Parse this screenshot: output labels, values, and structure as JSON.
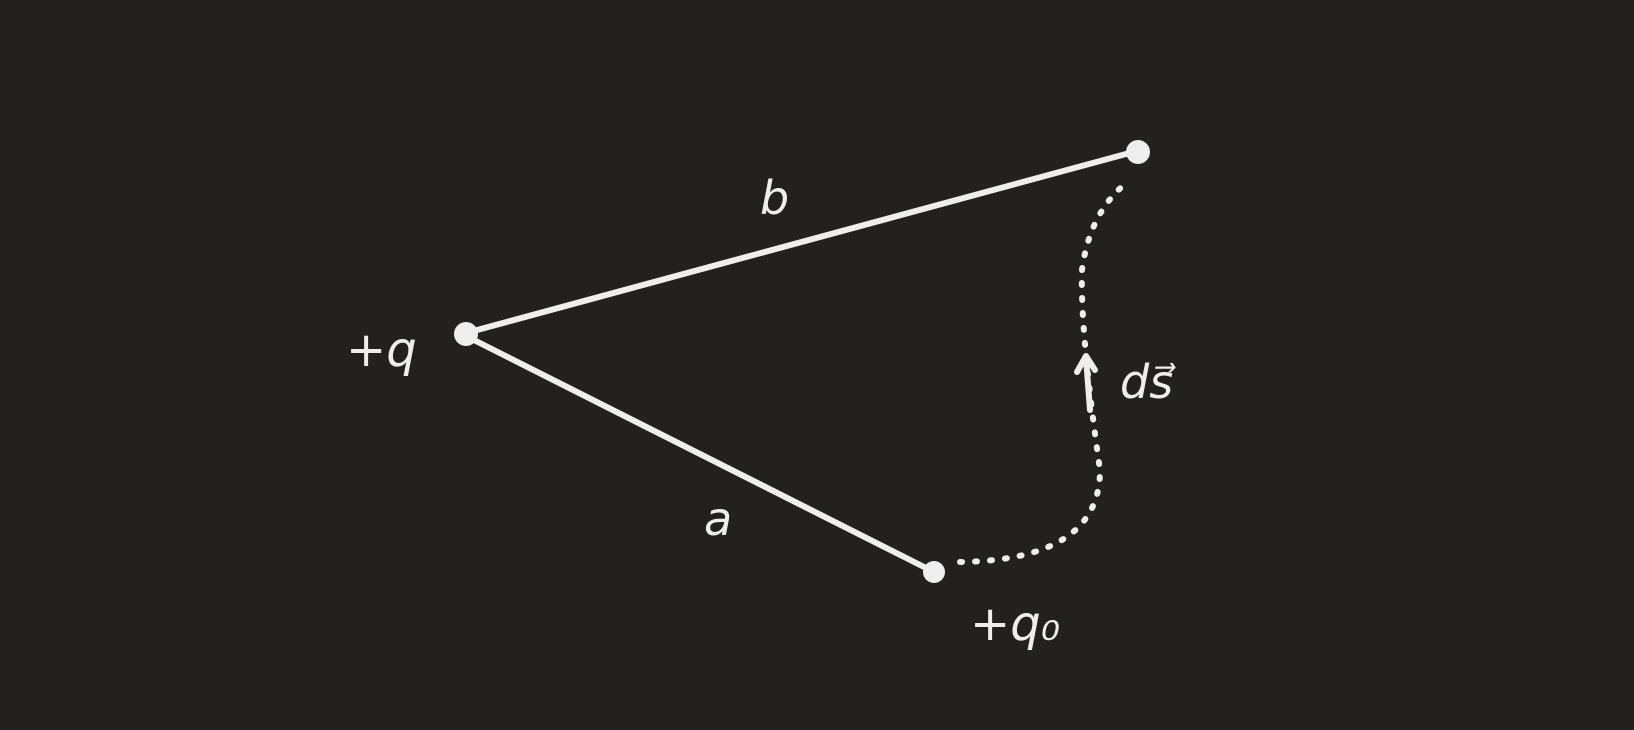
{
  "labels": {
    "charge_source": "+q",
    "charge_test": "+q₀",
    "side_b": "b",
    "side_a": "a",
    "path_element": "ds⃗"
  },
  "colors": {
    "background": "#222120",
    "ink": "#eeeeee"
  }
}
